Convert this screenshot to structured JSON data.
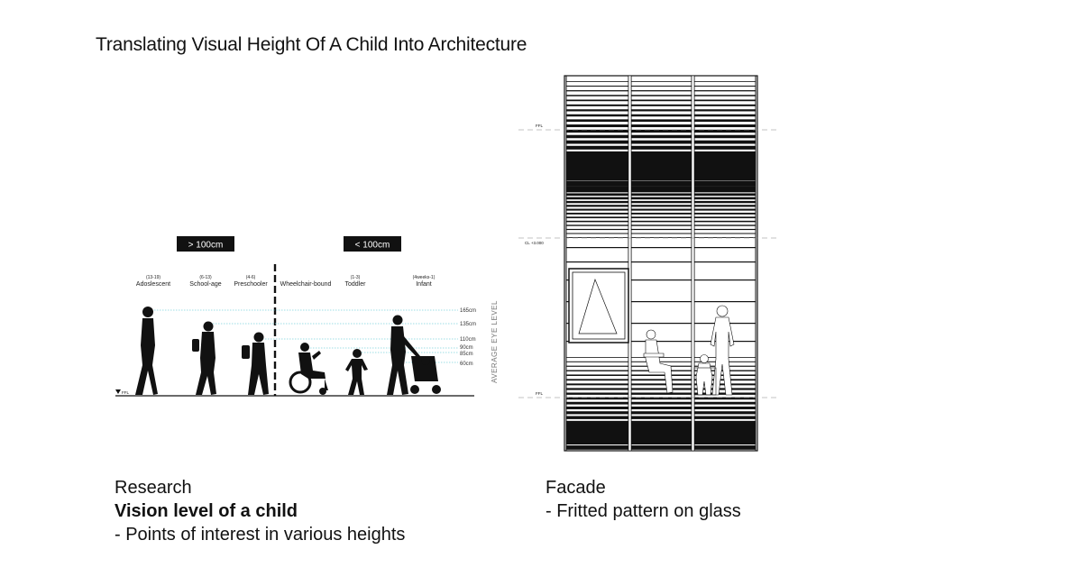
{
  "title": "Translating Visual Height Of A Child Into Architecture",
  "research": {
    "badge_over": "> 100cm",
    "badge_under": "< 100cm",
    "eye_level_axis": "AVERAGE EYE LEVEL",
    "floor_label": "FFL",
    "groups": [
      {
        "age": "(13-19)",
        "name": "Adoslescent"
      },
      {
        "age": "(6-13)",
        "name": "School-age"
      },
      {
        "age": "(4-6)",
        "name": "Preschooler"
      },
      {
        "age": "",
        "name": "Wheelchair-bound"
      },
      {
        "age": "(1-3)",
        "name": "Toddler"
      },
      {
        "age": "(4weeks-1)",
        "name": "Infant"
      }
    ],
    "heights": [
      "165cm",
      "135cm",
      "110cm",
      "90cm",
      "85cm",
      "60cm"
    ],
    "line_color": "#7fd3dd"
  },
  "facade": {
    "levels": [
      "FFL",
      "CL +3.000",
      "FFL"
    ]
  },
  "captions": {
    "left": {
      "heading": "Research",
      "subheading": "Vision level of a child",
      "note": "- Points of interest in various heights"
    },
    "right": {
      "heading": "Facade",
      "note": "- Fritted pattern on glass"
    }
  }
}
